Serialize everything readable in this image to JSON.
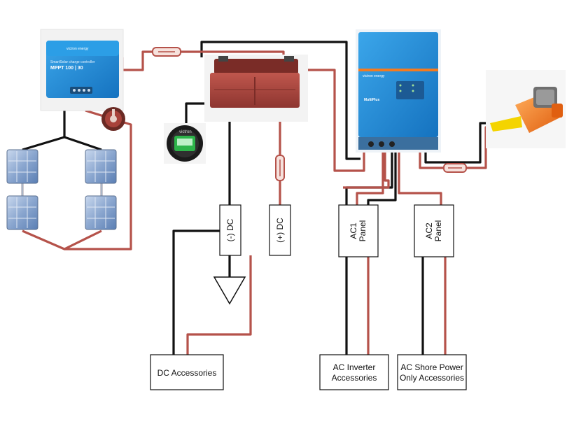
{
  "labels": {
    "neg_dc": "(-) DC",
    "pos_dc": "(+) DC",
    "ac1_line1": "AC1",
    "ac1_line2": "Panel",
    "ac2_line1": "AC2",
    "ac2_line2": "Panel",
    "dc_accessories": "DC Accessories",
    "ac_inverter_line1": "AC Inverter",
    "ac_inverter_line2": "Accessories",
    "ac_shore_line1": "AC Shore Power",
    "ac_shore_line2": "Only Accessories"
  },
  "device_text": {
    "mppt_brand": "victron energy",
    "mppt_name": "SmartSolar charge controller",
    "mppt_model": "MPPT 100 | 30",
    "inverter_brand": "victron energy",
    "inverter_name": "MultiPlus",
    "monitor_brand": "victron"
  },
  "colors": {
    "positive_wire": "#b5524a",
    "negative_wire": "#111111",
    "victron_blue": "#1f8fd6",
    "battery_red": "#a8423a",
    "plug_orange": "#f07a1e",
    "plug_yellow": "#f4d400"
  },
  "icons": [
    "solar-panel-icon",
    "battery-switch-icon",
    "battery-monitor-icon",
    "fuse-icon",
    "ground-symbol-icon",
    "shore-power-plug-icon"
  ]
}
